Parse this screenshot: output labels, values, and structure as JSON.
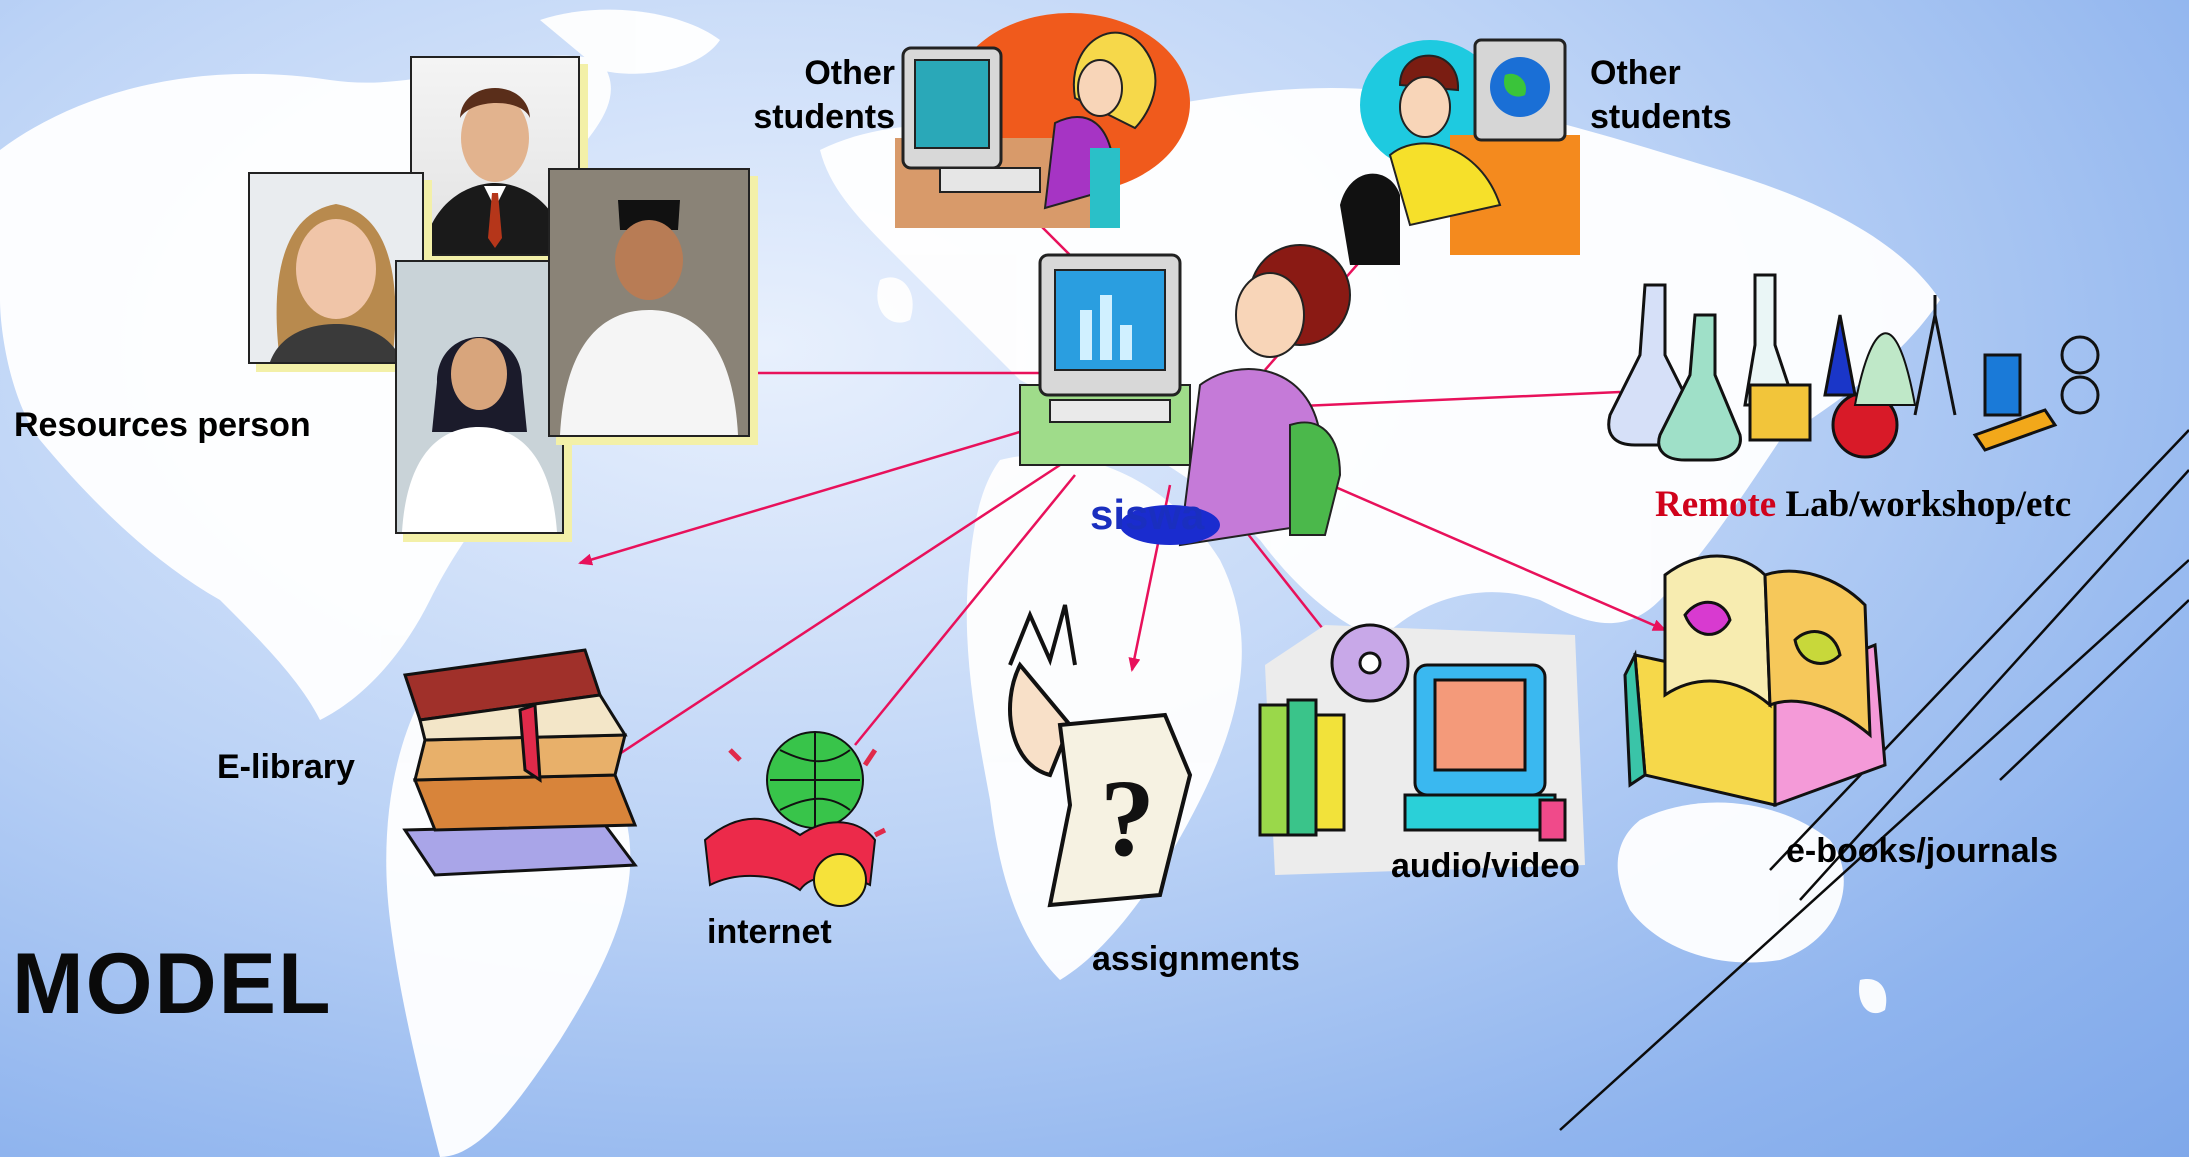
{
  "title": "MODEL",
  "center_label": "siswa",
  "labels": {
    "other_students_left": "Other\nstudents",
    "other_students_right": "Other\nstudents",
    "resources_person": "Resources person",
    "remote_lab_prefix": "Remote",
    "remote_lab_rest": " Lab/workshop/etc",
    "elibrary": "E-library",
    "internet": "internet",
    "assignments": "assignments",
    "audio_video": "audio/video",
    "ebooks": "e-books/journals"
  },
  "colors": {
    "arrow": "#e8115b",
    "remote_red": "#d0021b",
    "center_text": "#1a2fbf"
  },
  "icons": [
    "person-photo-icon",
    "girl-computer-icon",
    "boy-computer-icon",
    "student-computer-icon",
    "lab-equipment-icon",
    "books-stack-icon",
    "globe-book-icon",
    "question-man-icon",
    "multimedia-computer-icon",
    "open-book-icon"
  ]
}
